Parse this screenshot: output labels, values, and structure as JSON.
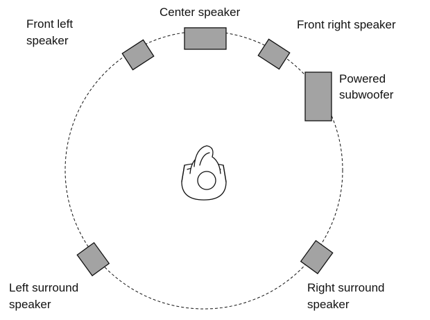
{
  "diagram": {
    "labels": {
      "center": "Center speaker",
      "front_left": [
        "Front left",
        "speaker"
      ],
      "front_right": "Front right speaker",
      "subwoofer": [
        "Powered",
        "subwoofer"
      ],
      "left_surround": [
        "Left surround",
        "speaker"
      ],
      "right_surround": [
        "Right surround",
        "speaker"
      ]
    },
    "colors": {
      "speaker_fill": "#a3a3a3",
      "line": "#111111",
      "background": "#ffffff"
    },
    "icons": {
      "listener": "seated-listener-icon",
      "speaker": "speaker-box-icon"
    }
  }
}
